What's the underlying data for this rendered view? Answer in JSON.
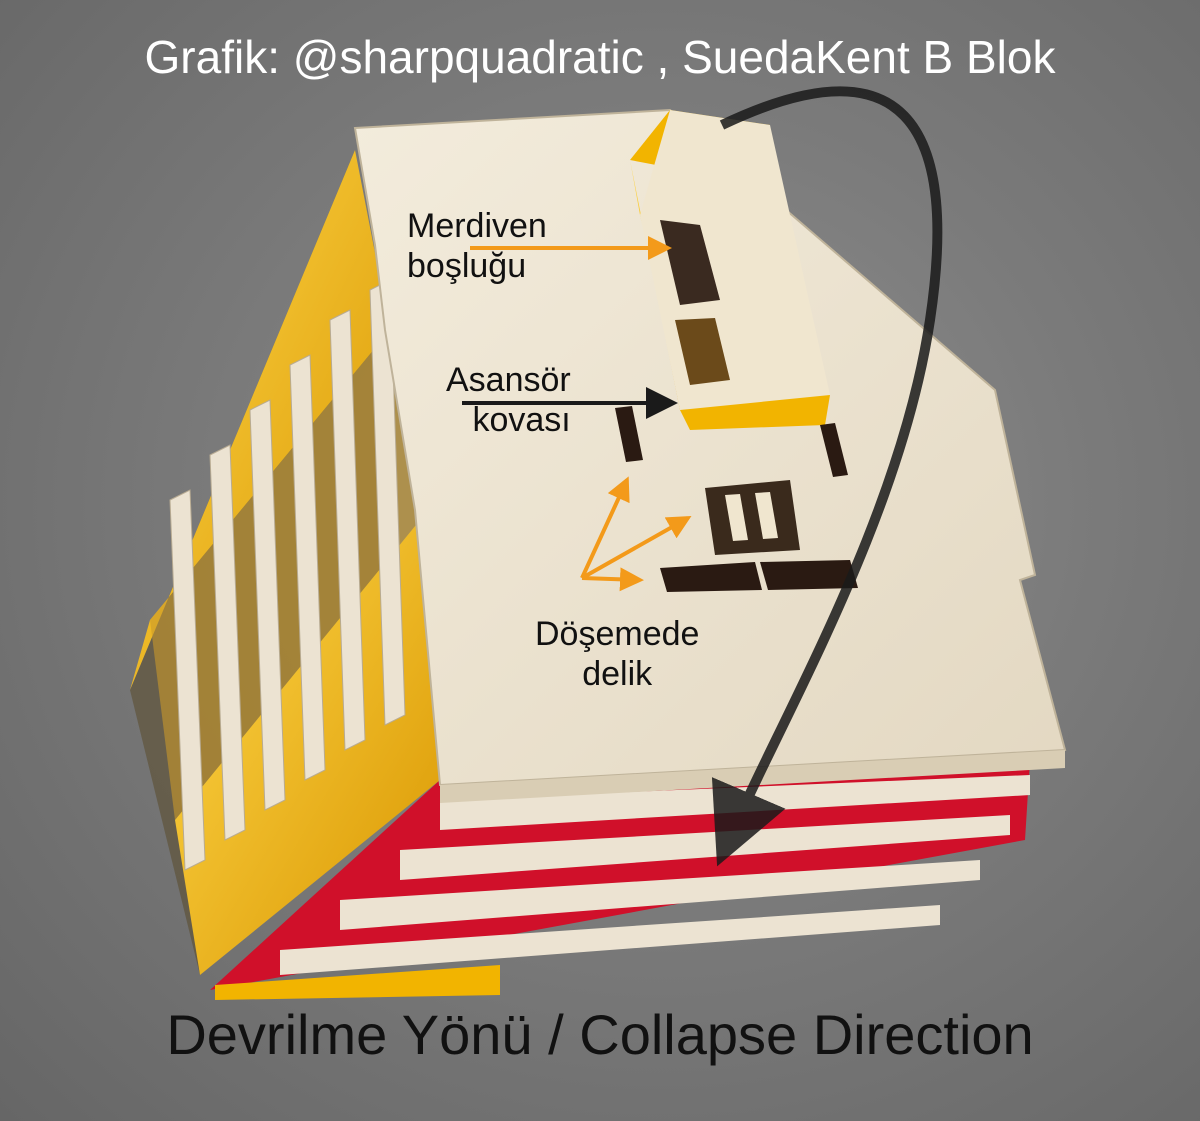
{
  "title": "Grafik: @sharpquadratic , SuedaKent B Blok",
  "footer": "Devrilme Yönü / Collapse Direction",
  "labels": {
    "stair_line1": "Merdiven",
    "stair_line2": "boşluğu",
    "elevator_line1": "Asansör",
    "elevator_line2": "kovası",
    "hole_line1": "Döşemede",
    "hole_line2": "delik"
  },
  "colors": {
    "background": "#7b7b7b",
    "slab": "#ece3d2",
    "slab_shadow": "#cfc4ad",
    "accent_yellow": "#f2b400",
    "accent_red": "#d0102a",
    "arrow_orange": "#f39a1a",
    "arrow_black": "#1a1a1a",
    "title_text": "#ffffff"
  }
}
